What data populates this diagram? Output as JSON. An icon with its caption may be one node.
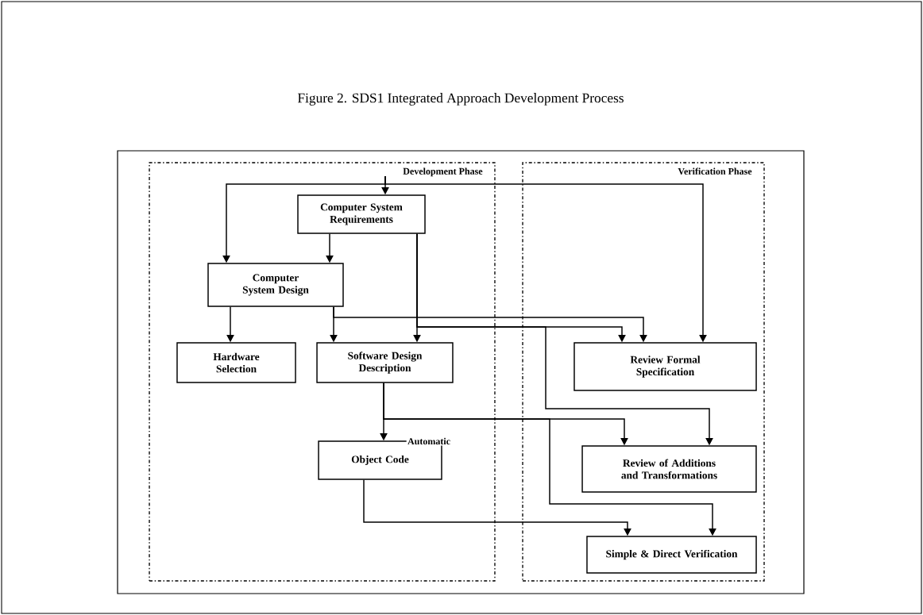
{
  "diagram": {
    "title": "Figure 2. SDS1 Integrated Approach Development Process",
    "nodes": [
      {
        "text": [
          "Development Phase"
        ]
      },
      {
        "text": [
          "Verification Phase"
        ]
      },
      {
        "text": [
          "Computer System Requirements"
        ],
        "in": 0
      },
      {
        "text": [
          "Computer System Design"
        ],
        "in": 0
      },
      {
        "text": [
          "Hardware Selection"
        ],
        "in": 0
      },
      {
        "text": [
          "Software Design Description"
        ],
        "in": 0
      },
      {
        "text": [
          "Object Code"
        ],
        "in": 0
      },
      {
        "text": [
          "Review Formal Specification"
        ],
        "in": 1
      },
      {
        "text": [
          "Review of Additions and Transformations"
        ],
        "in": 1
      },
      {
        "text": [
          "Simple & Direct Verification"
        ],
        "in": 1
      }
    ],
    "edges": [
      {
        "from": null,
        "to": 2,
        "arrow": "to"
      },
      {
        "from": null,
        "to": 3,
        "arrow": "to"
      },
      {
        "from": null,
        "to": 7,
        "arrow": "to"
      },
      {
        "from": 2,
        "to": 3,
        "arrow": "to"
      },
      {
        "from": 2,
        "to": 5,
        "arrow": "to"
      },
      {
        "from": 3,
        "to": 4,
        "arrow": "to"
      },
      {
        "from": 3,
        "to": 5,
        "arrow": "to"
      },
      {
        "from": 3,
        "to": 7,
        "arrow": "to"
      },
      {
        "from": 2,
        "to": 7,
        "arrow": "to"
      },
      {
        "from": 2,
        "to": 8,
        "arrow": "to"
      },
      {
        "from": 5,
        "to": 6,
        "arrow": "to",
        "label": "Automatic"
      },
      {
        "from": 5,
        "to": 8,
        "arrow": "to"
      },
      {
        "from": 5,
        "to": 9,
        "arrow": "to"
      },
      {
        "from": 6,
        "to": 9,
        "arrow": "to"
      }
    ]
  }
}
